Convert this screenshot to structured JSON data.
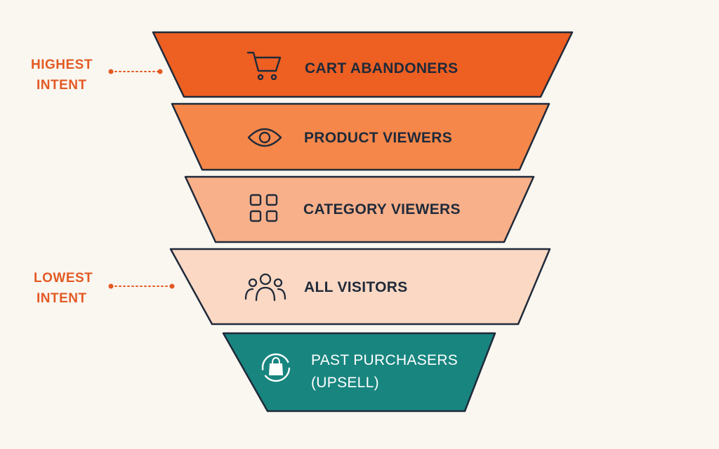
{
  "colors": {
    "background": "#faf7f1",
    "outline": "#1f2a3a",
    "accent_label": "#e35a24",
    "tier_cart": "#ee5f22",
    "tier_product": "#f5874a",
    "tier_category": "#f8b08a",
    "tier_visitors": "#fad8c3",
    "tier_past": "#18857f",
    "text_dark": "#1f2a3a",
    "text_light": "#ffffff"
  },
  "side_labels": {
    "highest": {
      "line1": "HIGHEST",
      "line2": "INTENT"
    },
    "lowest": {
      "line1": "LOWEST",
      "line2": "INTENT"
    }
  },
  "tiers": [
    {
      "label": "CART ABANDONERS",
      "icon": "shopping-cart-icon"
    },
    {
      "label": "PRODUCT VIEWERS",
      "icon": "eye-icon"
    },
    {
      "label": "CATEGORY VIEWERS",
      "icon": "grid-icon"
    },
    {
      "label": "ALL VISITORS",
      "icon": "users-icon"
    },
    {
      "label_line1": "PAST PURCHASERS",
      "label_line2": "(UPSELL)",
      "icon": "shopping-bag-refresh-icon"
    }
  ]
}
